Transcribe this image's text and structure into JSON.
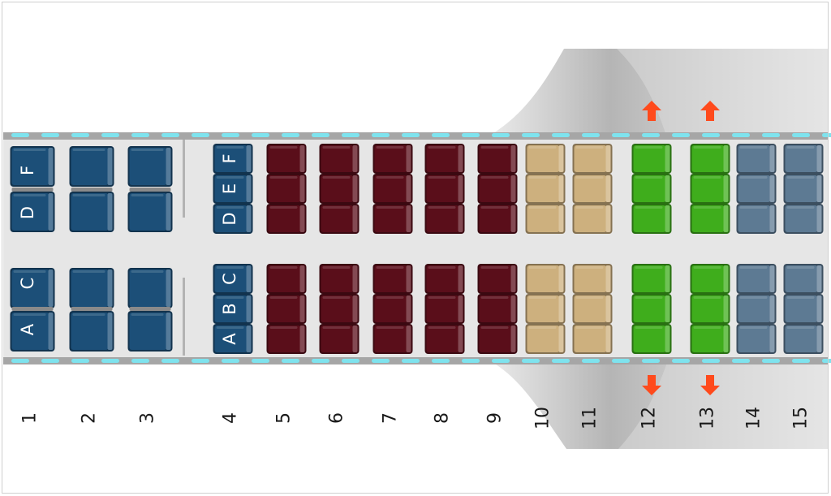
{
  "title": "",
  "colors": {
    "business": "#1c4f78",
    "premium": "#5a0e1a",
    "extra": "#cdb07e",
    "exit": "#3fad1c",
    "standard": "#5d7a93",
    "exit_arrow": "#ff4a1c",
    "cabin_floor": "#e6e6e6",
    "fuselage": "#a6a6a6",
    "window": "#7ee3ee",
    "wing": "#bdbdbd"
  },
  "rows": [
    {
      "number": "1",
      "class": "business",
      "layout": "business_wide",
      "top_letters": [
        "F",
        "D"
      ],
      "bottom_letters": [
        "C",
        "A"
      ]
    },
    {
      "number": "2",
      "class": "business",
      "layout": "business_wide",
      "top_letters": [],
      "bottom_letters": []
    },
    {
      "number": "3",
      "class": "business",
      "layout": "business_wide",
      "top_letters": [],
      "bottom_letters": []
    },
    {
      "number": "4",
      "class": "business",
      "layout": "standard",
      "top_letters": [
        "F",
        "E",
        "D"
      ],
      "bottom_letters": [
        "C",
        "B",
        "A"
      ]
    },
    {
      "number": "5",
      "class": "premium",
      "layout": "standard",
      "top_letters": [],
      "bottom_letters": []
    },
    {
      "number": "6",
      "class": "premium",
      "layout": "standard",
      "top_letters": [],
      "bottom_letters": []
    },
    {
      "number": "7",
      "class": "premium",
      "layout": "standard",
      "top_letters": [],
      "bottom_letters": []
    },
    {
      "number": "8",
      "class": "premium",
      "layout": "standard",
      "top_letters": [],
      "bottom_letters": []
    },
    {
      "number": "9",
      "class": "premium",
      "layout": "standard",
      "top_letters": [],
      "bottom_letters": []
    },
    {
      "number": "10",
      "class": "extra",
      "layout": "standard",
      "top_letters": [],
      "bottom_letters": []
    },
    {
      "number": "11",
      "class": "extra",
      "layout": "standard",
      "top_letters": [],
      "bottom_letters": []
    },
    {
      "number": "12",
      "class": "exit",
      "layout": "standard",
      "top_letters": [],
      "bottom_letters": [],
      "emergency_exit": true
    },
    {
      "number": "13",
      "class": "exit",
      "layout": "standard",
      "top_letters": [],
      "bottom_letters": [],
      "emergency_exit": true
    },
    {
      "number": "14",
      "class": "standard",
      "layout": "standard",
      "top_letters": [],
      "bottom_letters": []
    },
    {
      "number": "15",
      "class": "standard",
      "layout": "standard",
      "top_letters": [],
      "bottom_letters": []
    }
  ]
}
